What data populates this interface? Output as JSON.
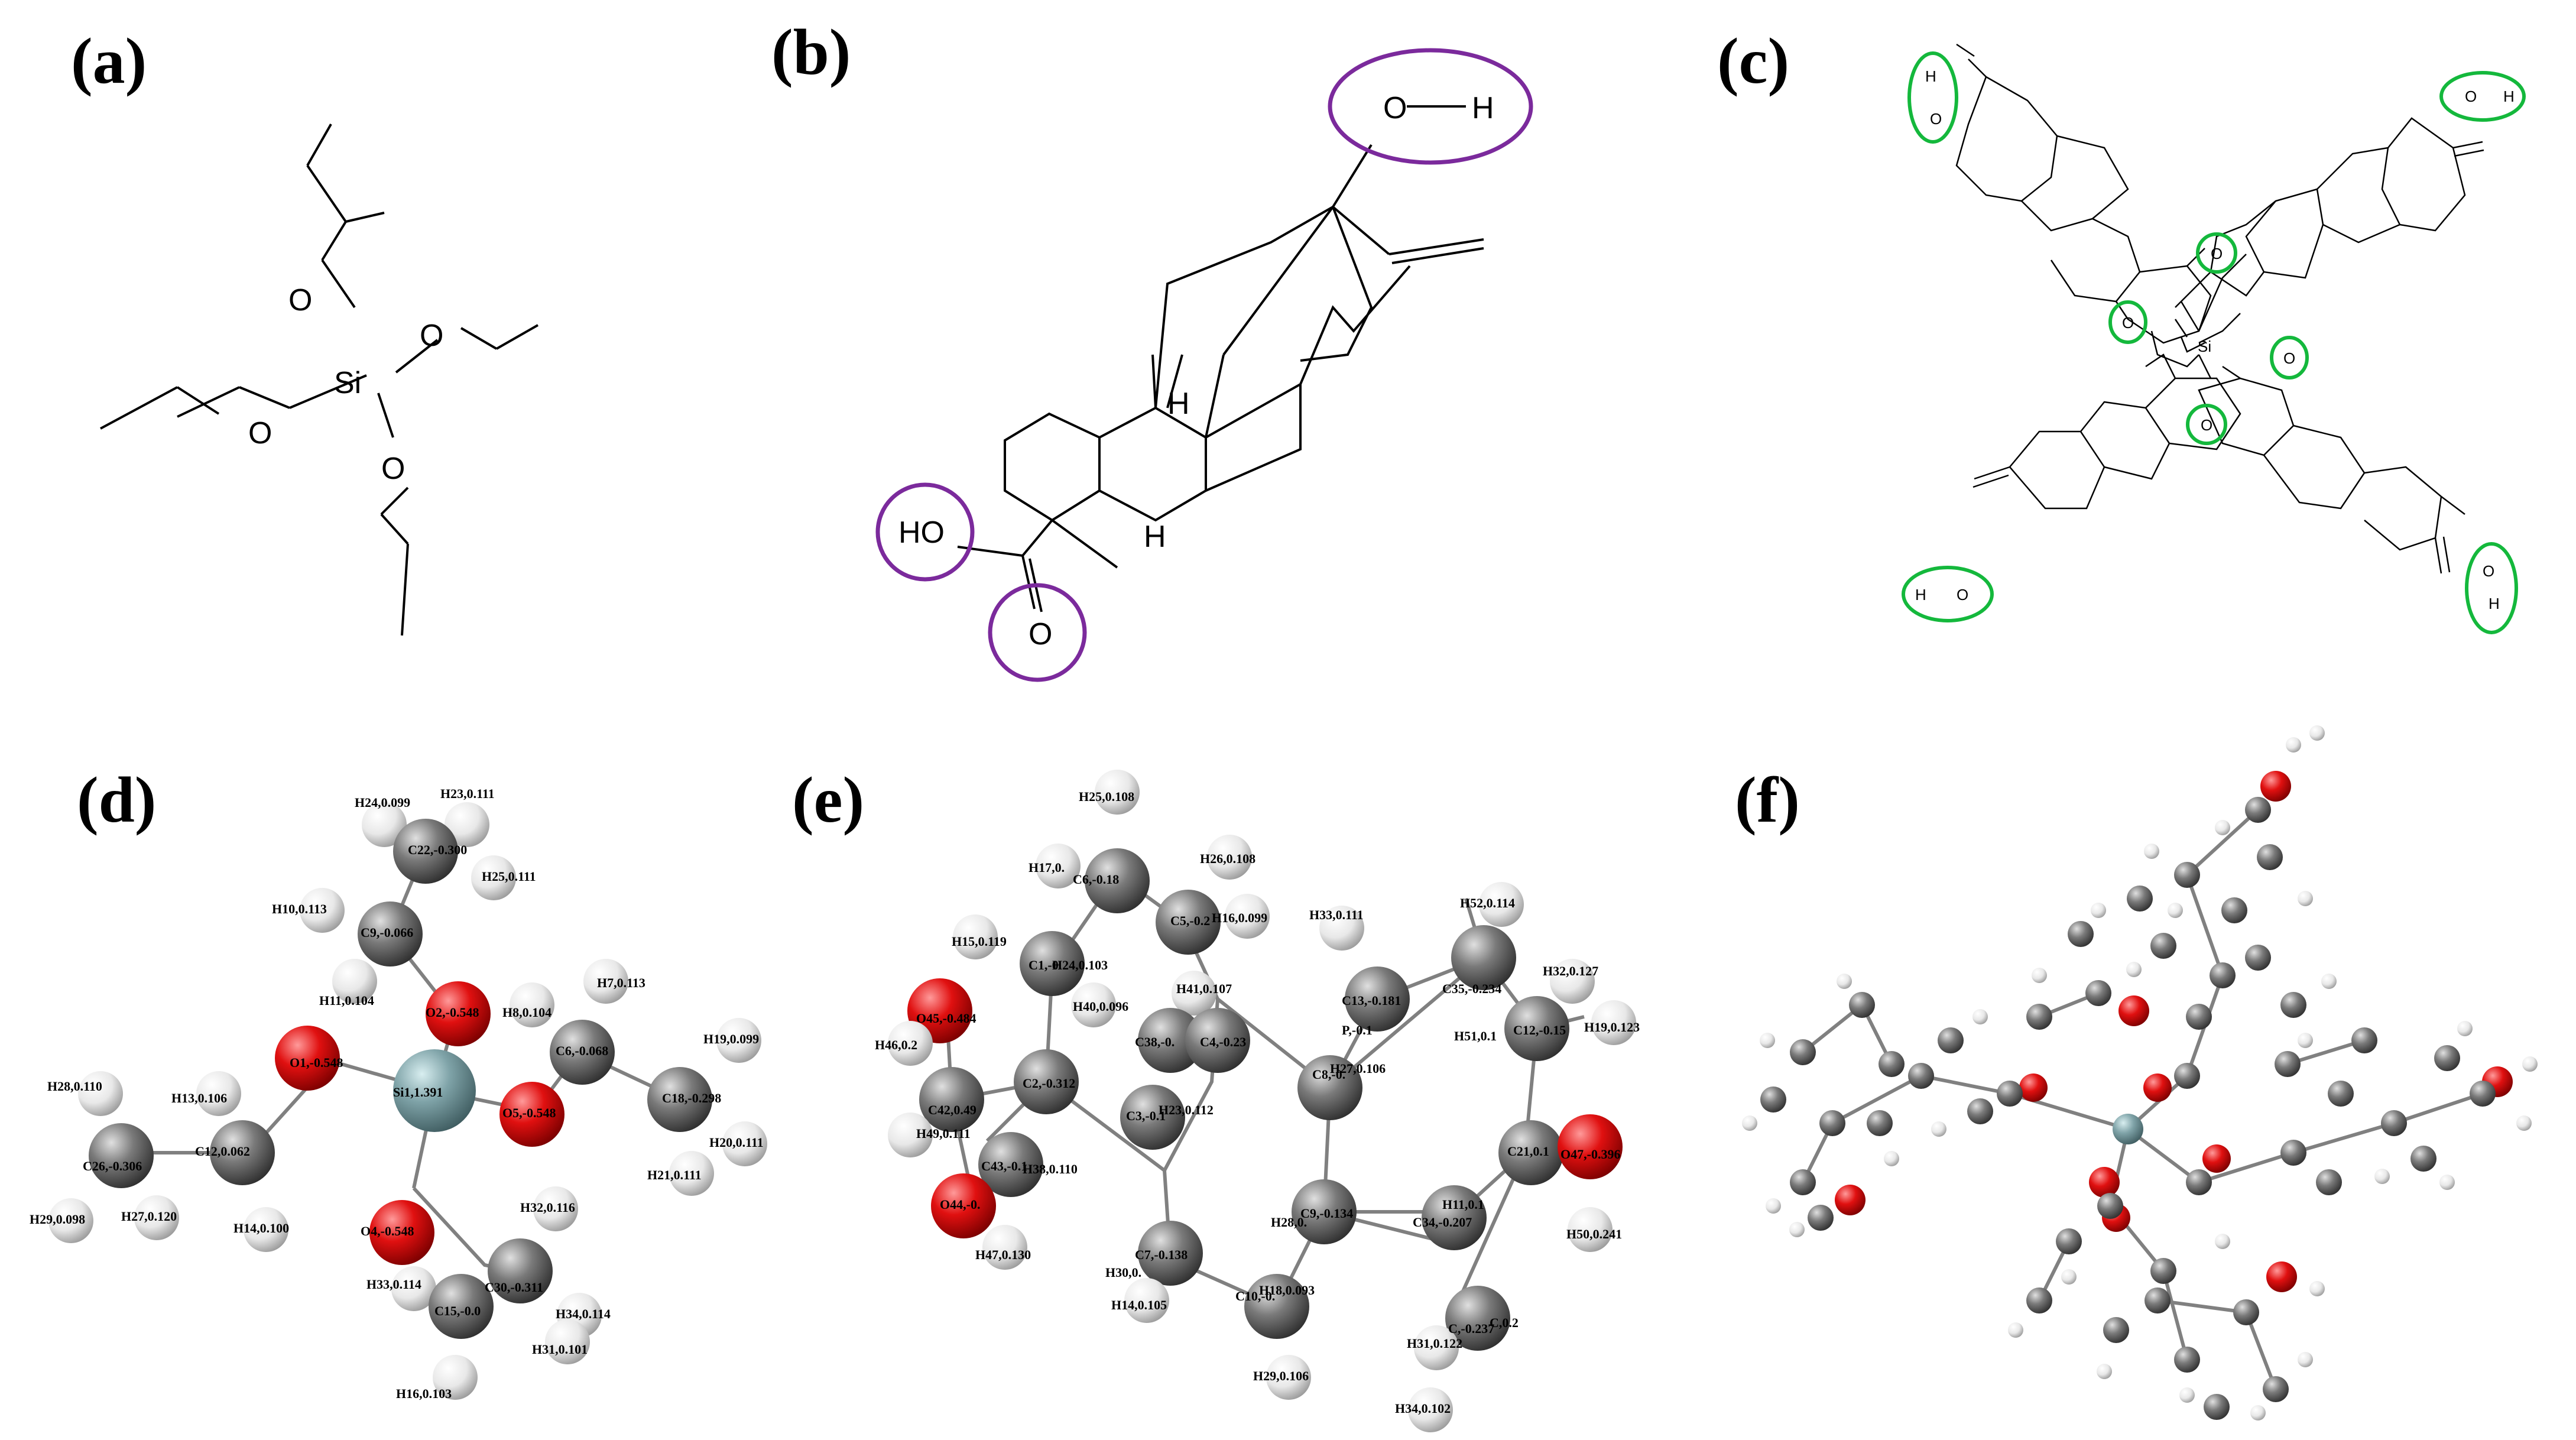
{
  "panels": {
    "a": {
      "label": "(a)",
      "atoms": [
        "O",
        "Si",
        "O",
        "O",
        "O"
      ]
    },
    "b": {
      "label": "(b)",
      "atoms": [
        "O",
        "H",
        "H",
        "H",
        "HO",
        "O"
      ]
    },
    "c": {
      "label": "(c)",
      "atoms": [
        "H",
        "O",
        "H",
        "O",
        "Si",
        "O",
        "O",
        "O",
        "O",
        "H",
        "O",
        "O",
        "H"
      ]
    },
    "d": {
      "label": "(d)"
    },
    "e": {
      "label": "(e)"
    },
    "f": {
      "label": "(f)"
    }
  },
  "atom_labels_d": [
    "H24,0.099",
    "H23,0.111",
    "C22,-0.300",
    "H25,0.111",
    "H10,0.113",
    "C9,-0.066",
    "H11,0.104",
    "O2,-0.548",
    "H8,0.104",
    "H7,0.113",
    "C6,-0.068",
    "H19,0.099",
    "O1,-0.548",
    "Si1,1.391",
    "O5,-0.548",
    "C18,-0.298",
    "H28,0.110",
    "H13,0.106",
    "C12,0.062",
    "C26,-0.306",
    "H20,0.111",
    "H21,0.111",
    "H29,0.098",
    "H27,0.120",
    "H14,0.100",
    "O4,-0.548",
    "H32,0.116",
    "H33,0.114",
    "C30,-0.311",
    "C15,-0.0",
    "H34,0.114",
    "H31,0.101",
    "H16,0.103"
  ],
  "atom_labels_e": [
    "H25,0.108",
    "H17,0.",
    "C6,-0.18",
    "H26,0.108",
    "C5,-0.2",
    "H16,0.099",
    "H33,0.111",
    "H52,0.114",
    "H15,0.119",
    "C1,-0.",
    "H24,0.103",
    "H32,0.127",
    "C13,-0.181",
    "C35,-0.234",
    "H40,0.096",
    "H41,0.107",
    "O45,-0.484",
    "C38,-0.",
    "C4,-0.23",
    "P,-0.1",
    "H51,0.1",
    "C12,-0.15",
    "H19,0.123",
    "H46,0.2",
    "C8,-0.",
    "H27,0.106",
    "C2,-0.312",
    "C42,0.49",
    "C3,-0.1",
    "H23,0.112",
    "H49,0.111",
    "C21,0.1",
    "O47,-0.396",
    "C43,-0.1",
    "H38,0.110",
    "O44,-0.",
    "H28,0.",
    "C9,-0.134",
    "H11,0.1",
    "C34,-0.207",
    "H50,0.241",
    "H47,0.130",
    "C7,-0.138",
    "H30,0.",
    "C10,-0.",
    "H18,0.093",
    "H14,0.105",
    "H31,0.122",
    "C,-0.237",
    "C,0.2",
    "H29,0.106",
    "H34,0.102"
  ],
  "colors": {
    "oxygen": "#e01010",
    "carbon": "#7a7a7a",
    "hydrogen": "#f0f0f0",
    "silicon": "#7fa3a8",
    "highlight_b": "#7b2a9c",
    "highlight_c": "#14b83c"
  }
}
